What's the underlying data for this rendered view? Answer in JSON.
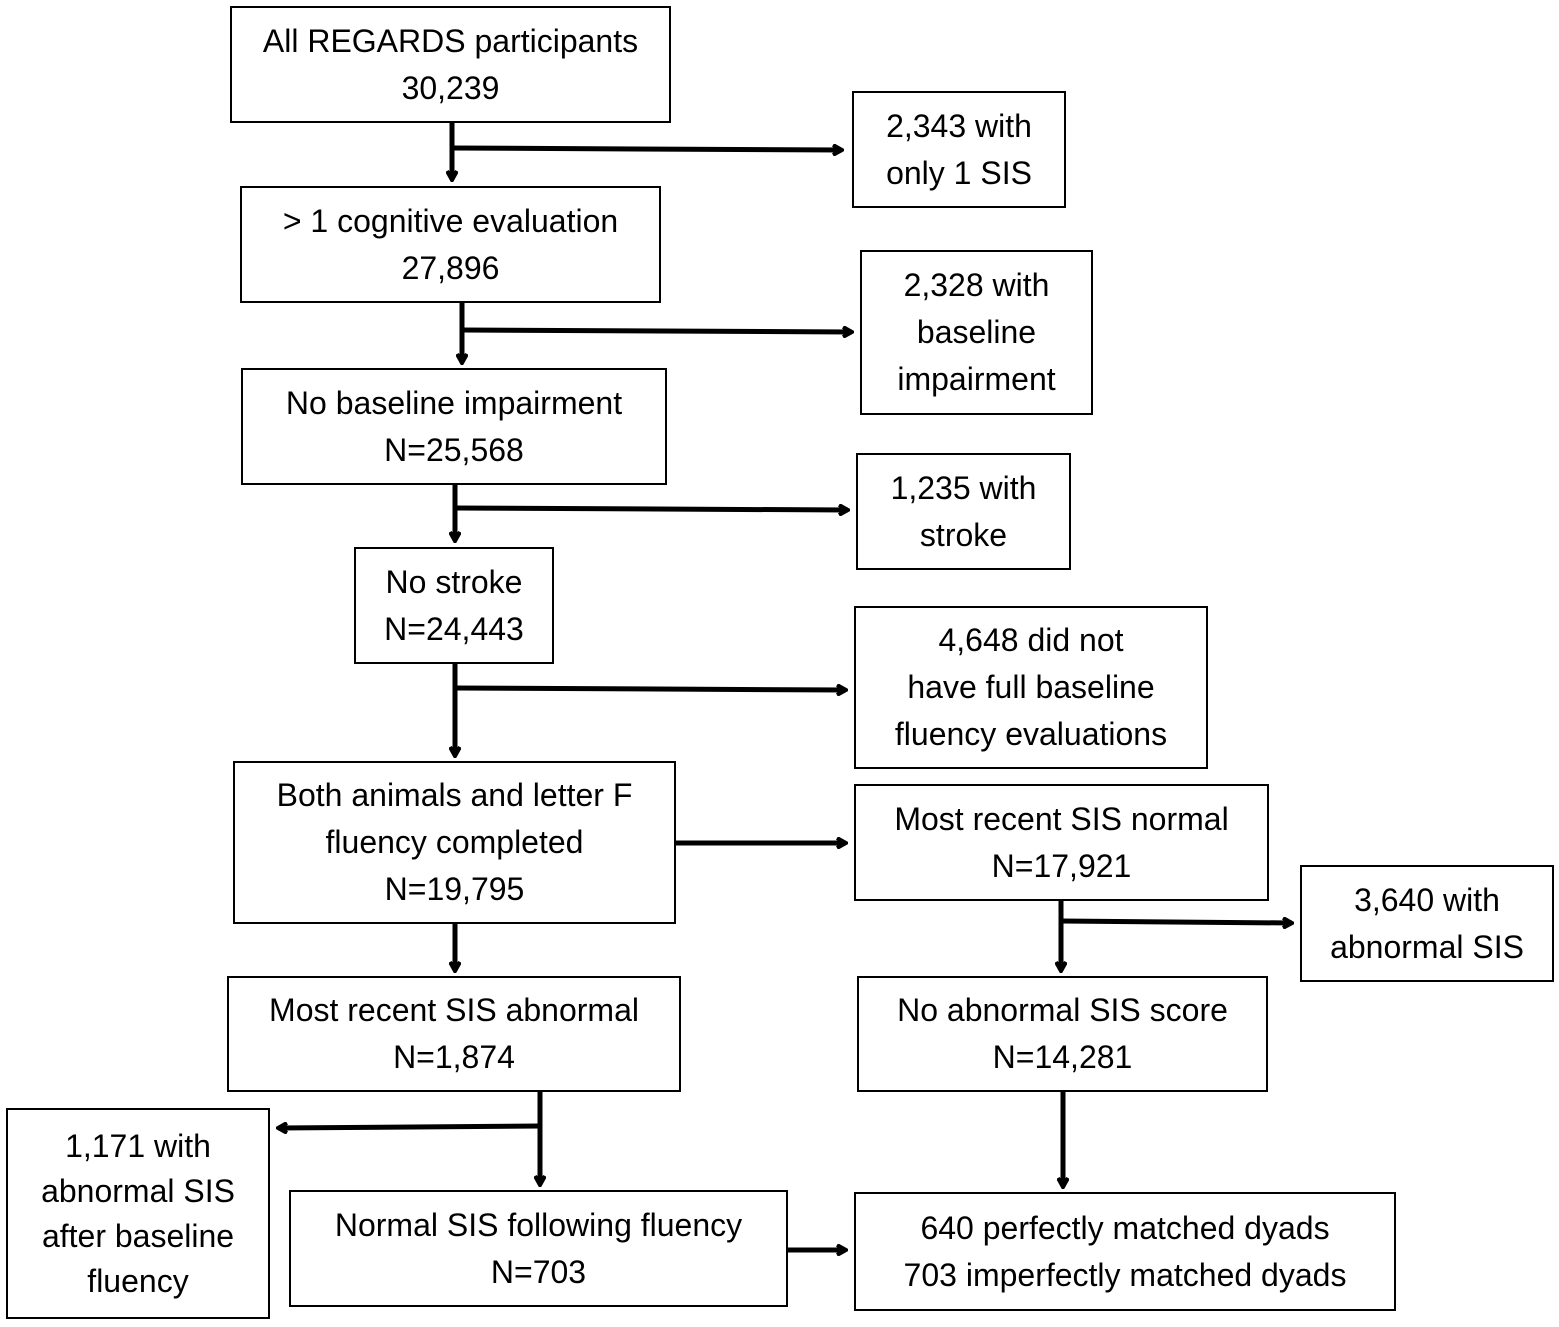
{
  "boxes": {
    "all_participants": {
      "line1": "All REGARDS participants",
      "line2": "30,239"
    },
    "only_one_sis": {
      "line1": "2,343 with",
      "line2": "only 1 SIS"
    },
    "cognitive_eval": {
      "line1": "> 1 cognitive evaluation",
      "line2": "27,896"
    },
    "baseline_impairment_excluded": {
      "line1": "2,328 with",
      "line2": "baseline",
      "line3": "impairment"
    },
    "no_baseline_impairment": {
      "line1": "No baseline impairment",
      "line2": "N=25,568"
    },
    "with_stroke": {
      "line1": "1,235 with",
      "line2": "stroke"
    },
    "no_stroke": {
      "line1": "No stroke",
      "line2": "N=24,443"
    },
    "no_full_fluency": {
      "line1": "4,648 did not",
      "line2": "have full baseline",
      "line3": "fluency evaluations"
    },
    "fluency_completed": {
      "line1": "Both animals and letter F",
      "line2": "fluency completed",
      "line3": "N=19,795"
    },
    "recent_sis_normal": {
      "line1": "Most recent SIS normal",
      "line2": "N=17,921"
    },
    "abnormal_sis_excluded": {
      "line1": "3,640 with",
      "line2": "abnormal SIS"
    },
    "recent_sis_abnormal": {
      "line1": "Most recent SIS abnormal",
      "line2": "N=1,874"
    },
    "no_abnormal_sis": {
      "line1": "No abnormal SIS score",
      "line2": "N=14,281"
    },
    "abnormal_after_baseline": {
      "line1": "1,171 with",
      "line2": "abnormal SIS",
      "line3": "after baseline",
      "line4": "fluency"
    },
    "normal_sis_following": {
      "line1": "Normal SIS following fluency",
      "line2": "N=703"
    },
    "matched_dyads": {
      "line1": "640 perfectly matched dyads",
      "line2": "703 imperfectly matched dyads"
    }
  }
}
